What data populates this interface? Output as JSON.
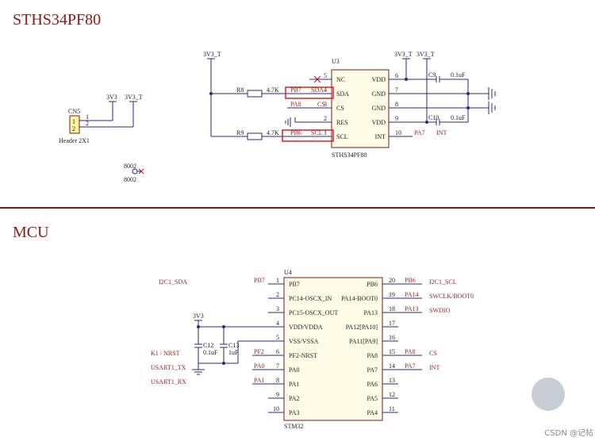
{
  "section1": {
    "title": "STHS34PF80"
  },
  "section2": {
    "title": "MCU"
  },
  "u3": {
    "ref": "U3",
    "name": "STHS34PF80",
    "left_pins": [
      {
        "num": "5",
        "name": "NC"
      },
      {
        "num": "4",
        "name": "SDA"
      },
      {
        "num": "3",
        "name": "CS"
      },
      {
        "num": "2",
        "name": "RES"
      },
      {
        "num": "1",
        "name": "SCL"
      }
    ],
    "right_pins": [
      {
        "num": "6",
        "name": "VDD"
      },
      {
        "num": "7",
        "name": "GND"
      },
      {
        "num": "8",
        "name": "GND"
      },
      {
        "num": "9",
        "name": "VDD"
      },
      {
        "num": "10",
        "name": "INT"
      }
    ],
    "left_nets": {
      "sda_mcu": "PB7",
      "sda_net": "SDA",
      "cs_mcu": "PA8",
      "cs_net": "CS",
      "scl_mcu": "PB6",
      "scl_net": "SCL"
    },
    "int_net": "PA7",
    "int_label": "INT"
  },
  "r8": {
    "ref": "R8",
    "value": "4.7K"
  },
  "r9": {
    "ref": "R9",
    "value": "4.7K"
  },
  "c9": {
    "ref": "C9",
    "value": "0.1uF"
  },
  "c10": {
    "ref": "C10",
    "value": "0.1uF"
  },
  "power": {
    "v1": "3V3_T",
    "v2": "3V3_T",
    "v3": "3V3_T",
    "v4": "3V3",
    "v5": "3V3_T",
    "v6": "3V3"
  },
  "cn5": {
    "ref": "CN5",
    "name": "Header 2X1",
    "pin1": "1",
    "pin2": "2"
  },
  "tp": {
    "top": "8002",
    "bottom": "8002"
  },
  "u4": {
    "ref": "U4",
    "name": "STM32",
    "left_pins": [
      {
        "num": "1",
        "name": "PB7",
        "net": "PB7"
      },
      {
        "num": "2",
        "name": "PC14-OSCX_IN",
        "net": ""
      },
      {
        "num": "3",
        "name": "PC15-OSCX_OUT",
        "net": ""
      },
      {
        "num": "4",
        "name": "VDD/VDDA",
        "net": ""
      },
      {
        "num": "5",
        "name": "VSS/VSSA",
        "net": ""
      },
      {
        "num": "6",
        "name": "PF2-NRST",
        "net": "PF2"
      },
      {
        "num": "7",
        "name": "PA0",
        "net": "PA0"
      },
      {
        "num": "8",
        "name": "PA1",
        "net": "PA1"
      },
      {
        "num": "9",
        "name": "PA2",
        "net": ""
      },
      {
        "num": "10",
        "name": "PA3",
        "net": ""
      }
    ],
    "right_pins": [
      {
        "num": "20",
        "name": "PB6",
        "net": "PB6",
        "label": "I2C1_SCL"
      },
      {
        "num": "19",
        "name": "PA14-BOOT0",
        "net": "PA14",
        "label": "SWCLK/BOOT0"
      },
      {
        "num": "18",
        "name": "PA13",
        "net": "PA13",
        "label": "SWDIO"
      },
      {
        "num": "17",
        "name": "PA12[PA10]",
        "net": "",
        "label": ""
      },
      {
        "num": "16",
        "name": "PA11[PA9]",
        "net": "",
        "label": ""
      },
      {
        "num": "15",
        "name": "PA8",
        "net": "PA8",
        "label": "CS"
      },
      {
        "num": "14",
        "name": "PA7",
        "net": "PA7",
        "label": "INT"
      },
      {
        "num": "13",
        "name": "PA6",
        "net": "",
        "label": ""
      },
      {
        "num": "12",
        "name": "PA5",
        "net": "",
        "label": ""
      },
      {
        "num": "11",
        "name": "PA4",
        "net": "",
        "label": ""
      }
    ]
  },
  "mcu_left_labels": {
    "sda": "I2C1_SDA",
    "nrst": "K1 / NRST",
    "tx": "USART1_TX",
    "rx": "USART1_RX"
  },
  "c12": {
    "ref": "C12",
    "value": "0.1uF"
  },
  "c13": {
    "ref": "C13",
    "value": "1uF"
  },
  "watermark": "CSDN @记帖"
}
